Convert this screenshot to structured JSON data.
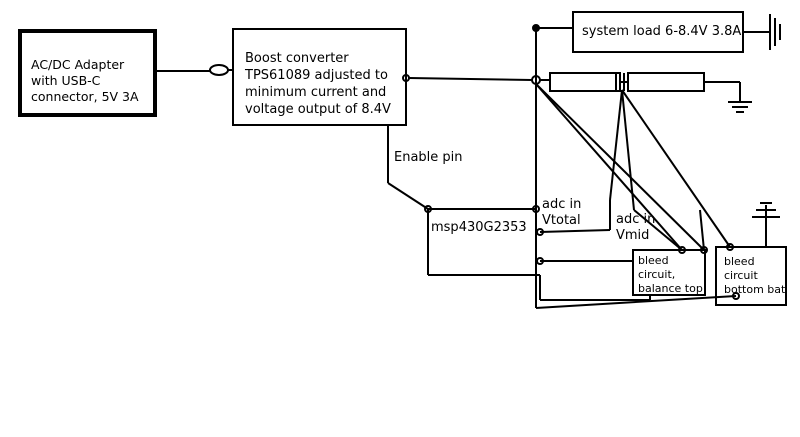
{
  "blocks": {
    "adapter": "AC/DC Adapter\nwith USB-C\nconnector, 5V 3A",
    "boost": "Boost converter\nTPS61089 adjusted to\nminimum current and\nvoltage output of 8.4V",
    "system_load": "system load 6-8.4V 3.8A",
    "mcu": "msp430G2353",
    "bleed_top": "bleed\ncircuit,\nbalance top",
    "bleed_bottom": "bleed\ncircuit\nbottom bat"
  },
  "labels": {
    "enable_pin": "Enable pin",
    "adc_vtotal": "adc in\nVtotal",
    "adc_vmid": "adc in\nVmid"
  }
}
